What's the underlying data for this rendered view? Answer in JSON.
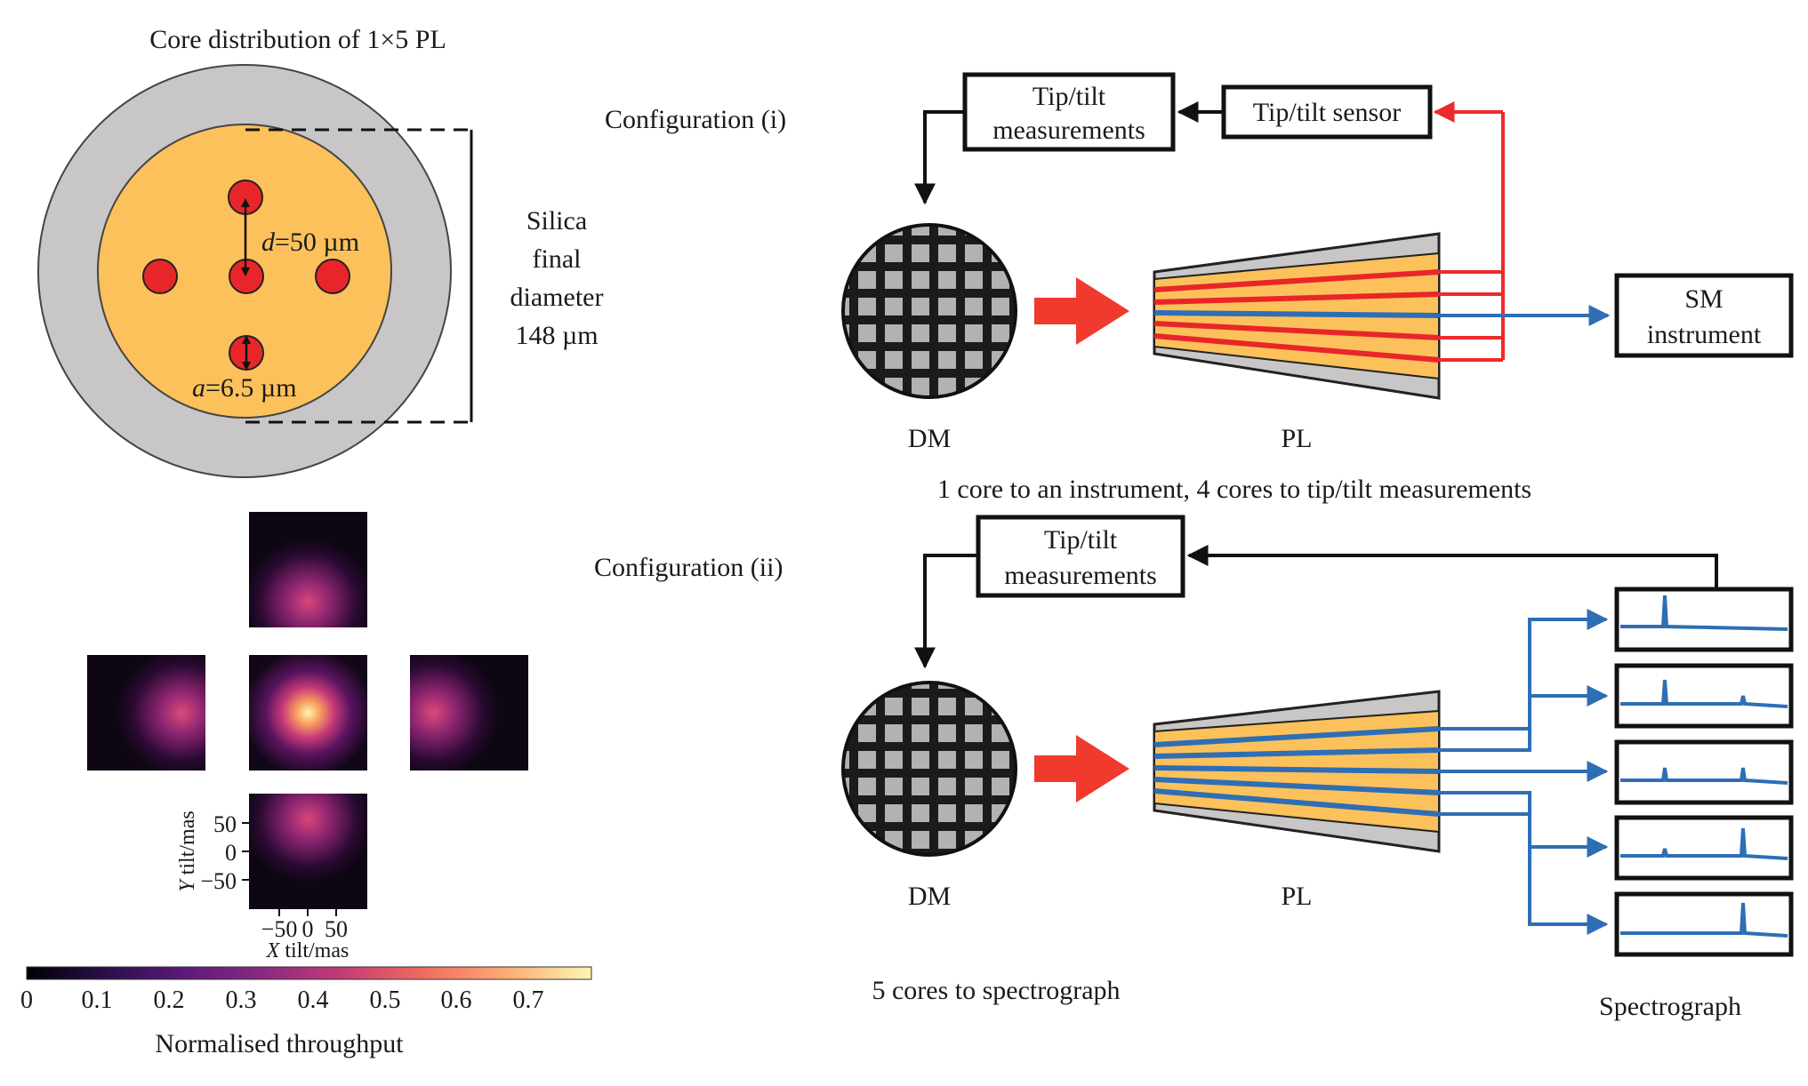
{
  "left": {
    "title": "Core distribution of 1×5 PL",
    "silica_label": [
      "Silica",
      "final",
      "diameter",
      "148 µm"
    ],
    "spacing_label_var": "d",
    "spacing_label_val": "=50 µm",
    "core_label_var": "a",
    "core_label_val": "=6.5 µm",
    "y_axis_label": "Y tilt/mas",
    "x_axis_label": "X tilt/mas",
    "y_ticks": [
      "50",
      "0",
      "−50"
    ],
    "x_ticks": [
      "−50",
      "0",
      "50"
    ],
    "colorbar_ticks": [
      "0",
      "0.1",
      "0.2",
      "0.3",
      "0.4",
      "0.5",
      "0.6",
      "0.7"
    ],
    "colorbar_label": "Normalised throughput"
  },
  "config_i": {
    "label": "Configuration (i)",
    "tiptilt_meas_line1": "Tip/tilt",
    "tiptilt_meas_line2": "measurements",
    "sensor_label": "Tip/tilt sensor",
    "instrument_line1": "SM",
    "instrument_line2": "instrument",
    "dm_label": "DM",
    "pl_label": "PL",
    "caption": "1 core to an instrument, 4 cores to tip/tilt measurements"
  },
  "config_ii": {
    "label": "Configuration (ii)",
    "tiptilt_meas_line1": "Tip/tilt",
    "tiptilt_meas_line2": "measurements",
    "dm_label": "DM",
    "pl_label": "PL",
    "caption": "5 cores to spectrograph",
    "spectrograph_label": "Spectrograph"
  },
  "colors": {
    "core_red": "#e8262a",
    "cladding_yellow": "#fcc15a",
    "jacket_gray": "#c8c6c7",
    "arrow_red": "#f03a2e",
    "fibre_blue": "#2e6eb5",
    "feedback_red": "#ee2a2a"
  }
}
